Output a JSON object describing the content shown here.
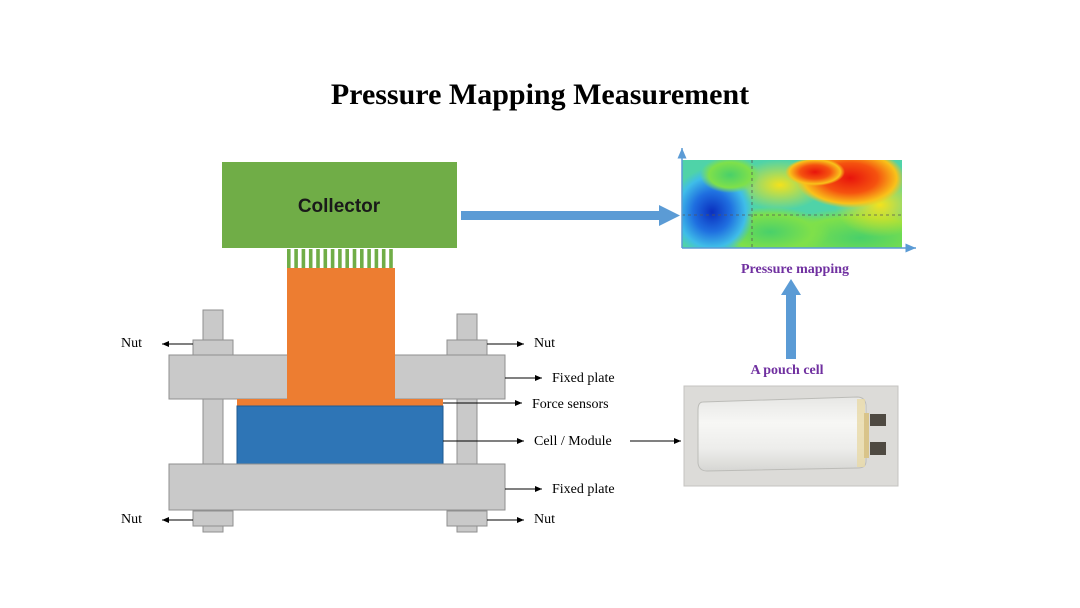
{
  "title": "Pressure  Mapping Measurement",
  "collector_label": "Collector",
  "callouts": {
    "nut_top_left": "Nut",
    "nut_top_right": "Nut",
    "nut_bottom_left": "Nut",
    "nut_bottom_right": "Nut",
    "fixed_plate_top": "Fixed plate",
    "force_sensors": "Force sensors",
    "cell_module": "Cell / Module",
    "fixed_plate_bottom": "Fixed plate"
  },
  "pressure_mapping_label": "Pressure mapping",
  "pouch_cell_label": "A pouch cell",
  "colors": {
    "collector": "#70ad47",
    "sensor_column": "#ed7d31",
    "cell": "#2e75b6",
    "plate": "#c9c9c9",
    "plate_stroke": "#8f8f8f",
    "arrow": "#5b9bd5",
    "caption": "#7030a0",
    "heatmap_axes": "#5b9bd5"
  },
  "icons": {
    "photo": "pouch-cell-photo"
  }
}
